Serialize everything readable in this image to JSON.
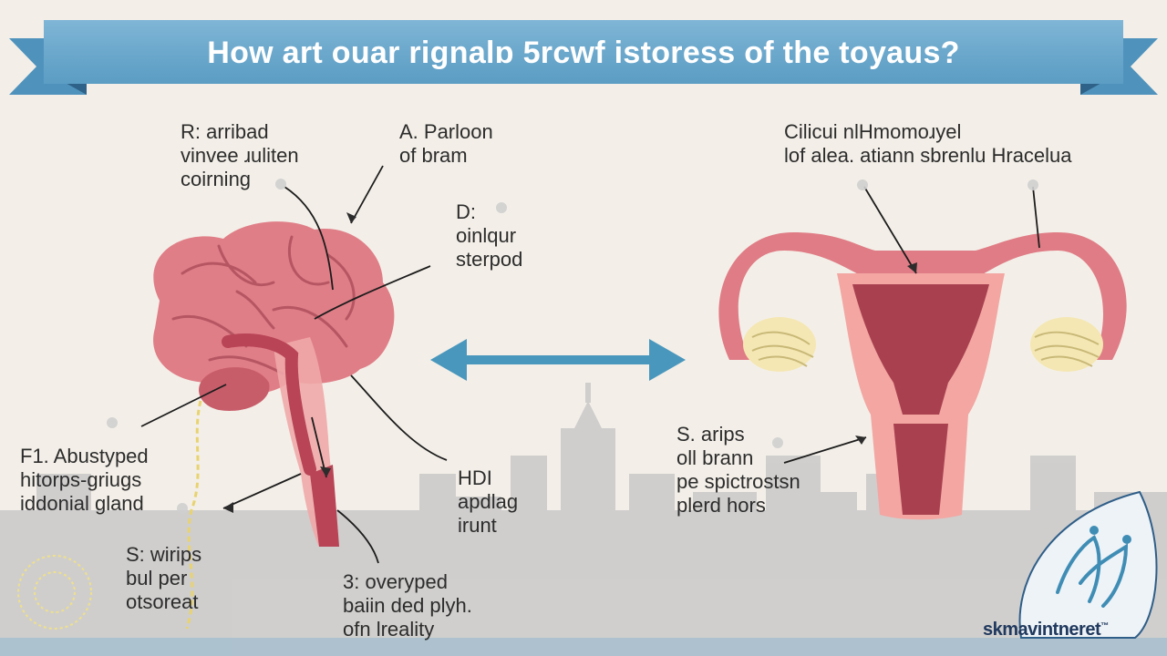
{
  "title": "How art ouar rignalɒ 5rcwf istoress of the toyaus?",
  "labels": {
    "top_left": [
      "R: arribad",
      "vinvee ɹuliten",
      "coirning"
    ],
    "top_mid": [
      "A. Parloon",
      "of bram"
    ],
    "mid_d": [
      "D:",
      "oinlqur",
      "sterpod"
    ],
    "left_f1": [
      "F1. Abustyped",
      "hitorps-griugs",
      "iddonial gland"
    ],
    "bottom_left": [
      "S: wirips",
      "bul per",
      "otsoreat"
    ],
    "bottom_mid": [
      "3:  overyped",
      "baiin ded plyh.",
      "ofn lreality"
    ],
    "hdi": [
      "HDI",
      "apdlag",
      "irunt"
    ],
    "top_right": [
      "Cilicui nlHmomoɹyel",
      "lof alea. atiann sbrenlu Hracelua"
    ],
    "right_s": [
      "S. arips",
      "oll brann",
      "pe spictrostsn",
      "plerd hors"
    ]
  },
  "logo": {
    "text": "skmavintneret",
    "mark": "™"
  },
  "icons": [
    "brain-illustration",
    "uterus-illustration",
    "double-arrow-icon",
    "logo-emblem-icon"
  ],
  "colors": {
    "banner": "#5b9ec4",
    "banner_dark": "#3e7aa3",
    "brain": "#e0808a",
    "brain_dark": "#b24d5b",
    "uterus": "#de7a82",
    "uterus_dark": "#a63848",
    "ovary": "#f3e6b0",
    "arrow": "#4a97bd",
    "skyline": "#bdbdbd"
  }
}
